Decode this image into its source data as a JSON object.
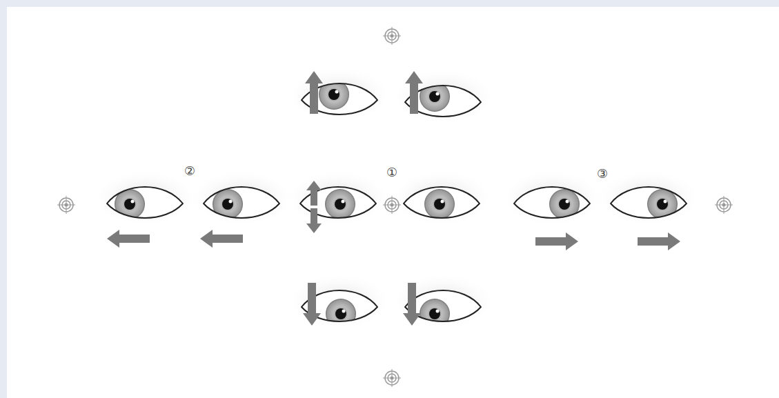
{
  "diagram": {
    "labels": [
      "②",
      "①",
      "③"
    ]
  }
}
